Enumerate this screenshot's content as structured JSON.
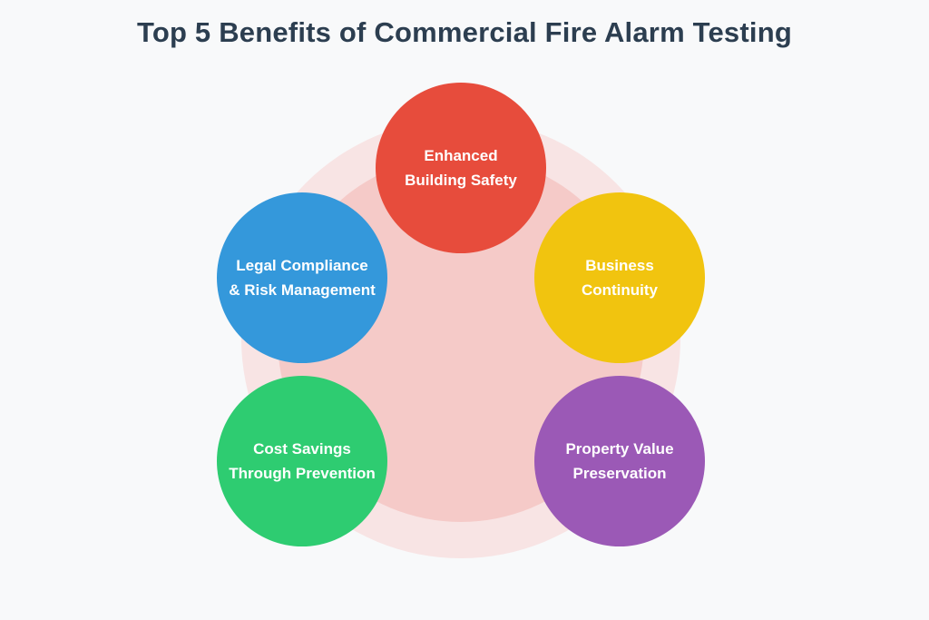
{
  "title": "Top 5 Benefits of Commercial Fire Alarm Testing",
  "benefits": [
    {
      "label": "Enhanced\nBuilding Safety",
      "color": "#e74c3c"
    },
    {
      "label": "Business\nContinuity",
      "color": "#f1c40f"
    },
    {
      "label": "Property Value\nPreservation",
      "color": "#9b59b6"
    },
    {
      "label": "Cost Savings\nThrough Prevention",
      "color": "#2ecc71"
    },
    {
      "label": "Legal Compliance\n& Risk Management",
      "color": "#3498db"
    }
  ],
  "colors": {
    "background": "#f8f9fa",
    "title": "#2c3e50",
    "outer_ring": "#f8e4e4",
    "inner_ring": "#f5cac8"
  }
}
